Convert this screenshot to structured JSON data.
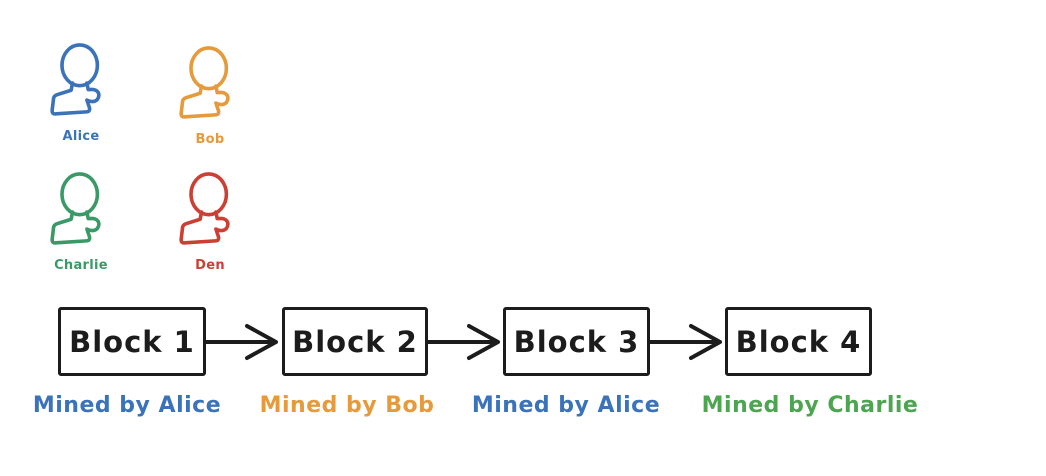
{
  "app": {
    "background_color": "#ffffff",
    "ink_color": "#1c1c1c"
  },
  "users": [
    {
      "name": "Alice",
      "color": "#3b73ba"
    },
    {
      "name": "Bob",
      "color": "#e59a3c"
    },
    {
      "name": "Charlie",
      "color": "#3a9a67"
    },
    {
      "name": "Den",
      "color": "#cc4034"
    }
  ],
  "chain": {
    "arrow_color": "#1c1c1c",
    "block_border_color": "#1c1c1c",
    "block_text_color": "#1c1c1c",
    "blocks": [
      {
        "label": "Block 1",
        "miner_label": "Mined by Alice",
        "miner_color": "#3b73ba"
      },
      {
        "label": "Block 2",
        "miner_label": "Mined by Bob",
        "miner_color": "#e59a3c"
      },
      {
        "label": "Block 3",
        "miner_label": "Mined by Alice",
        "miner_color": "#3b73ba"
      },
      {
        "label": "Block 4",
        "miner_label": "Mined by Charlie",
        "miner_color": "#4da551"
      }
    ]
  }
}
